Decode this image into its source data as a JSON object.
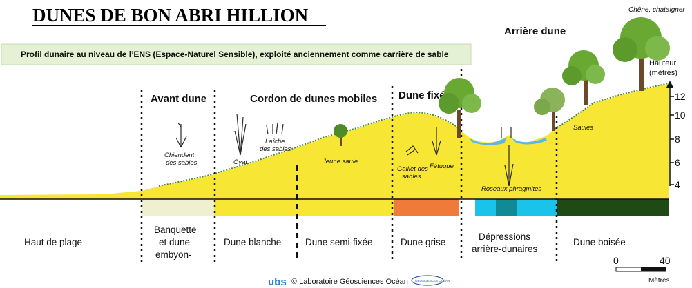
{
  "title": "DUNES DE BON ABRI HILLION",
  "subtitle": "Profil dunaire au niveau de l’ENS (Espace-Naturel Sensible),  exploité anciennement comme carrière de sable",
  "sections": {
    "avant_dune": "Avant dune",
    "cordon": "Cordon de dunes mobiles",
    "dune_fixee": "Dune fixée",
    "arriere_dune": "Arrière dune"
  },
  "top_right_note": "Chêne, chataigner",
  "height_axis": {
    "title_line1": "Hauteur",
    "title_line2": "(mètres)",
    "ticks": [
      "12",
      "10",
      "8",
      "6",
      "4"
    ]
  },
  "plants": {
    "chiendent_1": "Chiendent",
    "chiendent_2": "des sables",
    "oyat": "Oyat",
    "laiche_1": "Laîche",
    "laiche_2": "des sables",
    "jeune_saule": "Jeune saule",
    "gaillet_1": "Gaillet des",
    "gaillet_2": "sables",
    "fetuque": "Fétuque",
    "roseaux": "Roseaux phragmites",
    "saules": "Saules"
  },
  "zones": {
    "haut_plage": "Haut de plage",
    "banquette_1": "Banquette",
    "banquette_2": "et dune",
    "banquette_3": "embyon-",
    "dune_blanche": "Dune blanche",
    "semi_fixee": "Dune semi-fixée",
    "dune_grise": "Dune grise",
    "depressions_1": "Dépressions",
    "depressions_2": "arrière-dunaires",
    "dune_boisee": "Dune boisée"
  },
  "scale_bar": {
    "min": "0",
    "max": "40",
    "unit": "Mètres"
  },
  "footer": {
    "logo_text": "ubs",
    "credit": "©  Laboratoire Géosciences Océan",
    "logo2_text": "GÉOSCIENCES OCÉAN"
  },
  "colors": {
    "sand": "#f7e633",
    "banquette": "#eef0d0",
    "dune_grise": "#ef7b3a",
    "depression": "#19c3ea",
    "depression_dark": "#118a96",
    "dune_boisee": "#1f4a16",
    "water": "#5ab8e6",
    "tree": "#6aa834",
    "subtitle_bg": "#e4f1d4"
  }
}
